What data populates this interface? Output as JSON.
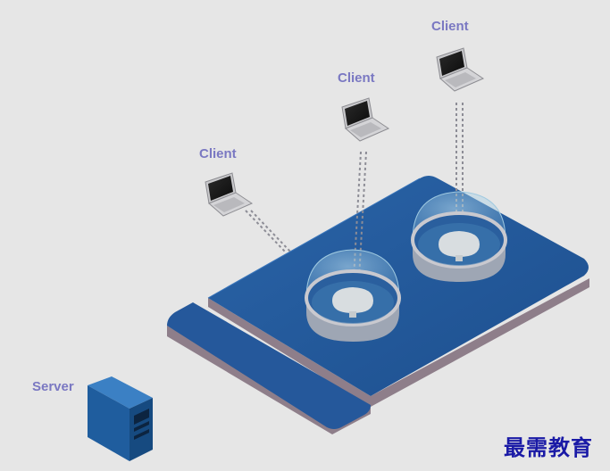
{
  "labels": {
    "client_1": "Client",
    "client_2": "Client",
    "client_3": "Client",
    "server": "Server"
  },
  "watermark": "最需教育",
  "colors": {
    "background": "#e6e6e6",
    "board_top": "#245899",
    "board_side": "#8c7b86",
    "label": "#7a78c2",
    "watermark": "#1a1aa6",
    "server": "#1f5d9e"
  },
  "icons": {
    "clients": "laptop-icon",
    "server": "server-tower-icon",
    "domes": "glass-dome-icon"
  }
}
